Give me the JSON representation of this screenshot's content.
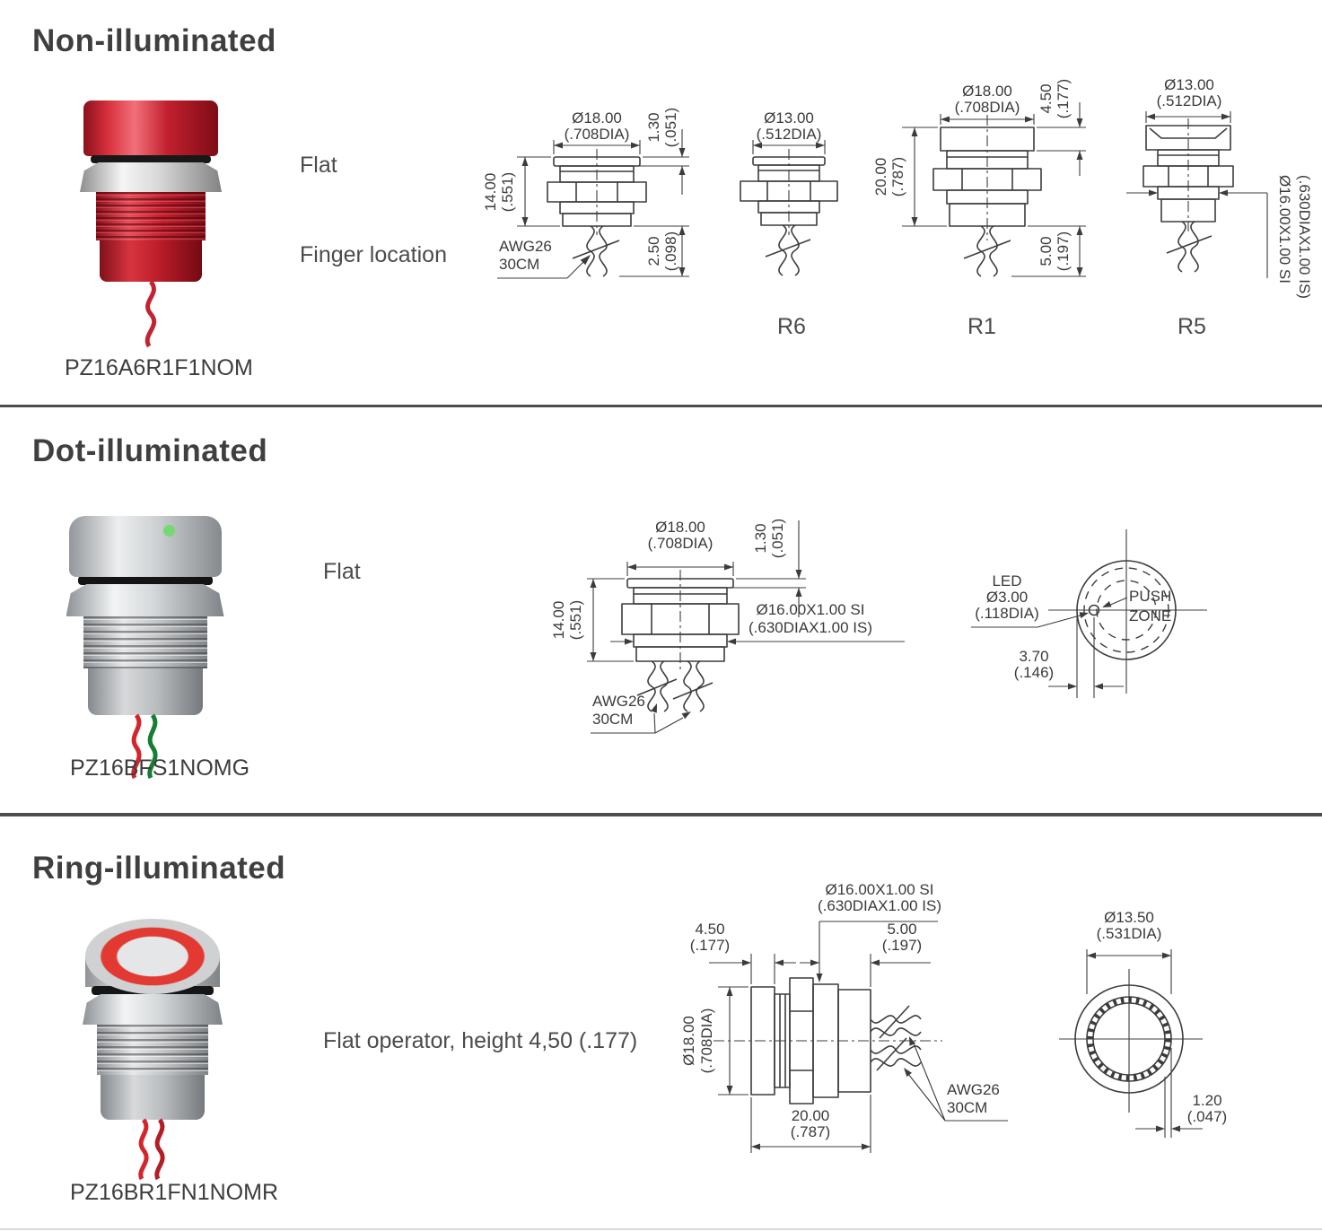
{
  "colors": {
    "line": "#3c3c3c",
    "text": "#3a3a3a",
    "title": "#3f3f3f",
    "divider": "#4d4d4d",
    "red_button": "#c2202e",
    "silver_button": "#c9cccf",
    "green_dot": "#74d874",
    "red_ring": "#e23a32"
  },
  "sections": {
    "non": {
      "title": "Non-illuminated",
      "model": "PZ16A6R1F1NOM",
      "flat_label": "Flat",
      "finger_label": "Finger location",
      "awg_line1": "AWG26",
      "awg_line2": "30CM",
      "f1": {
        "dia_v": "Ø18.00",
        "dia_i": "(.708DIA)",
        "cap_v": "1.30",
        "cap_i": "(.051)",
        "body_v": "14.00",
        "body_i": "(.551)",
        "tail_v": "2.50",
        "tail_i": "(.098)"
      },
      "r6": {
        "label": "R6",
        "dia_v": "Ø13.00",
        "dia_i": "(.512DIA)"
      },
      "r1": {
        "label": "R1",
        "dia_v": "Ø18.00",
        "dia_i": "(.708DIA)",
        "cap_v": "4.50",
        "cap_i": "(.177)",
        "total_v": "20.00",
        "total_i": "(.787)",
        "tail_v": "5.00",
        "tail_i": "(.197)"
      },
      "r5": {
        "label": "R5",
        "dia_v": "Ø13.00",
        "dia_i": "(.512DIA)",
        "thread_v": "Ø16.00X1.00 SI",
        "thread_i": "(.630DIAX1.00 IS)"
      }
    },
    "dot": {
      "title": "Dot-illuminated",
      "model": "PZ16BFS1NOMG",
      "flat_label": "Flat",
      "awg_line1": "AWG26",
      "awg_line2": "30CM",
      "side": {
        "dia_v": "Ø18.00",
        "dia_i": "(.708DIA)",
        "cap_v": "1.30",
        "cap_i": "(.051)",
        "body_v": "14.00",
        "body_i": "(.551)",
        "thread_v": "Ø16.00X1.00 SI",
        "thread_i": "(.630DIAX1.00 IS)"
      },
      "front": {
        "led_l1": "LED",
        "led_l2": "Ø3.00",
        "led_l3": "(.118DIA)",
        "push_l1": "PUSH",
        "push_l2": "ZONE",
        "off_v": "3.70",
        "off_i": "(.146)"
      }
    },
    "ring": {
      "title": "Ring-illuminated",
      "model": "PZ16BR1FN1NOMR",
      "operator_label": "Flat operator, height 4,50 (.177)",
      "awg_line1": "AWG26",
      "awg_line2": "30CM",
      "side": {
        "thread_v": "Ø16.00X1.00 SI",
        "thread_i": "(.630DIAX1.00 IS)",
        "cap_v": "4.50",
        "cap_i": "(.177)",
        "seal_v": "5.00",
        "seal_i": "(.197)",
        "dia_v": "Ø18.00",
        "dia_i": "(.708DIA)",
        "total_v": "20.00",
        "total_i": "(.787)"
      },
      "front": {
        "dia_v": "Ø13.50",
        "dia_i": "(.531DIA)",
        "band_v": "1.20",
        "band_i": "(.047)"
      }
    }
  }
}
